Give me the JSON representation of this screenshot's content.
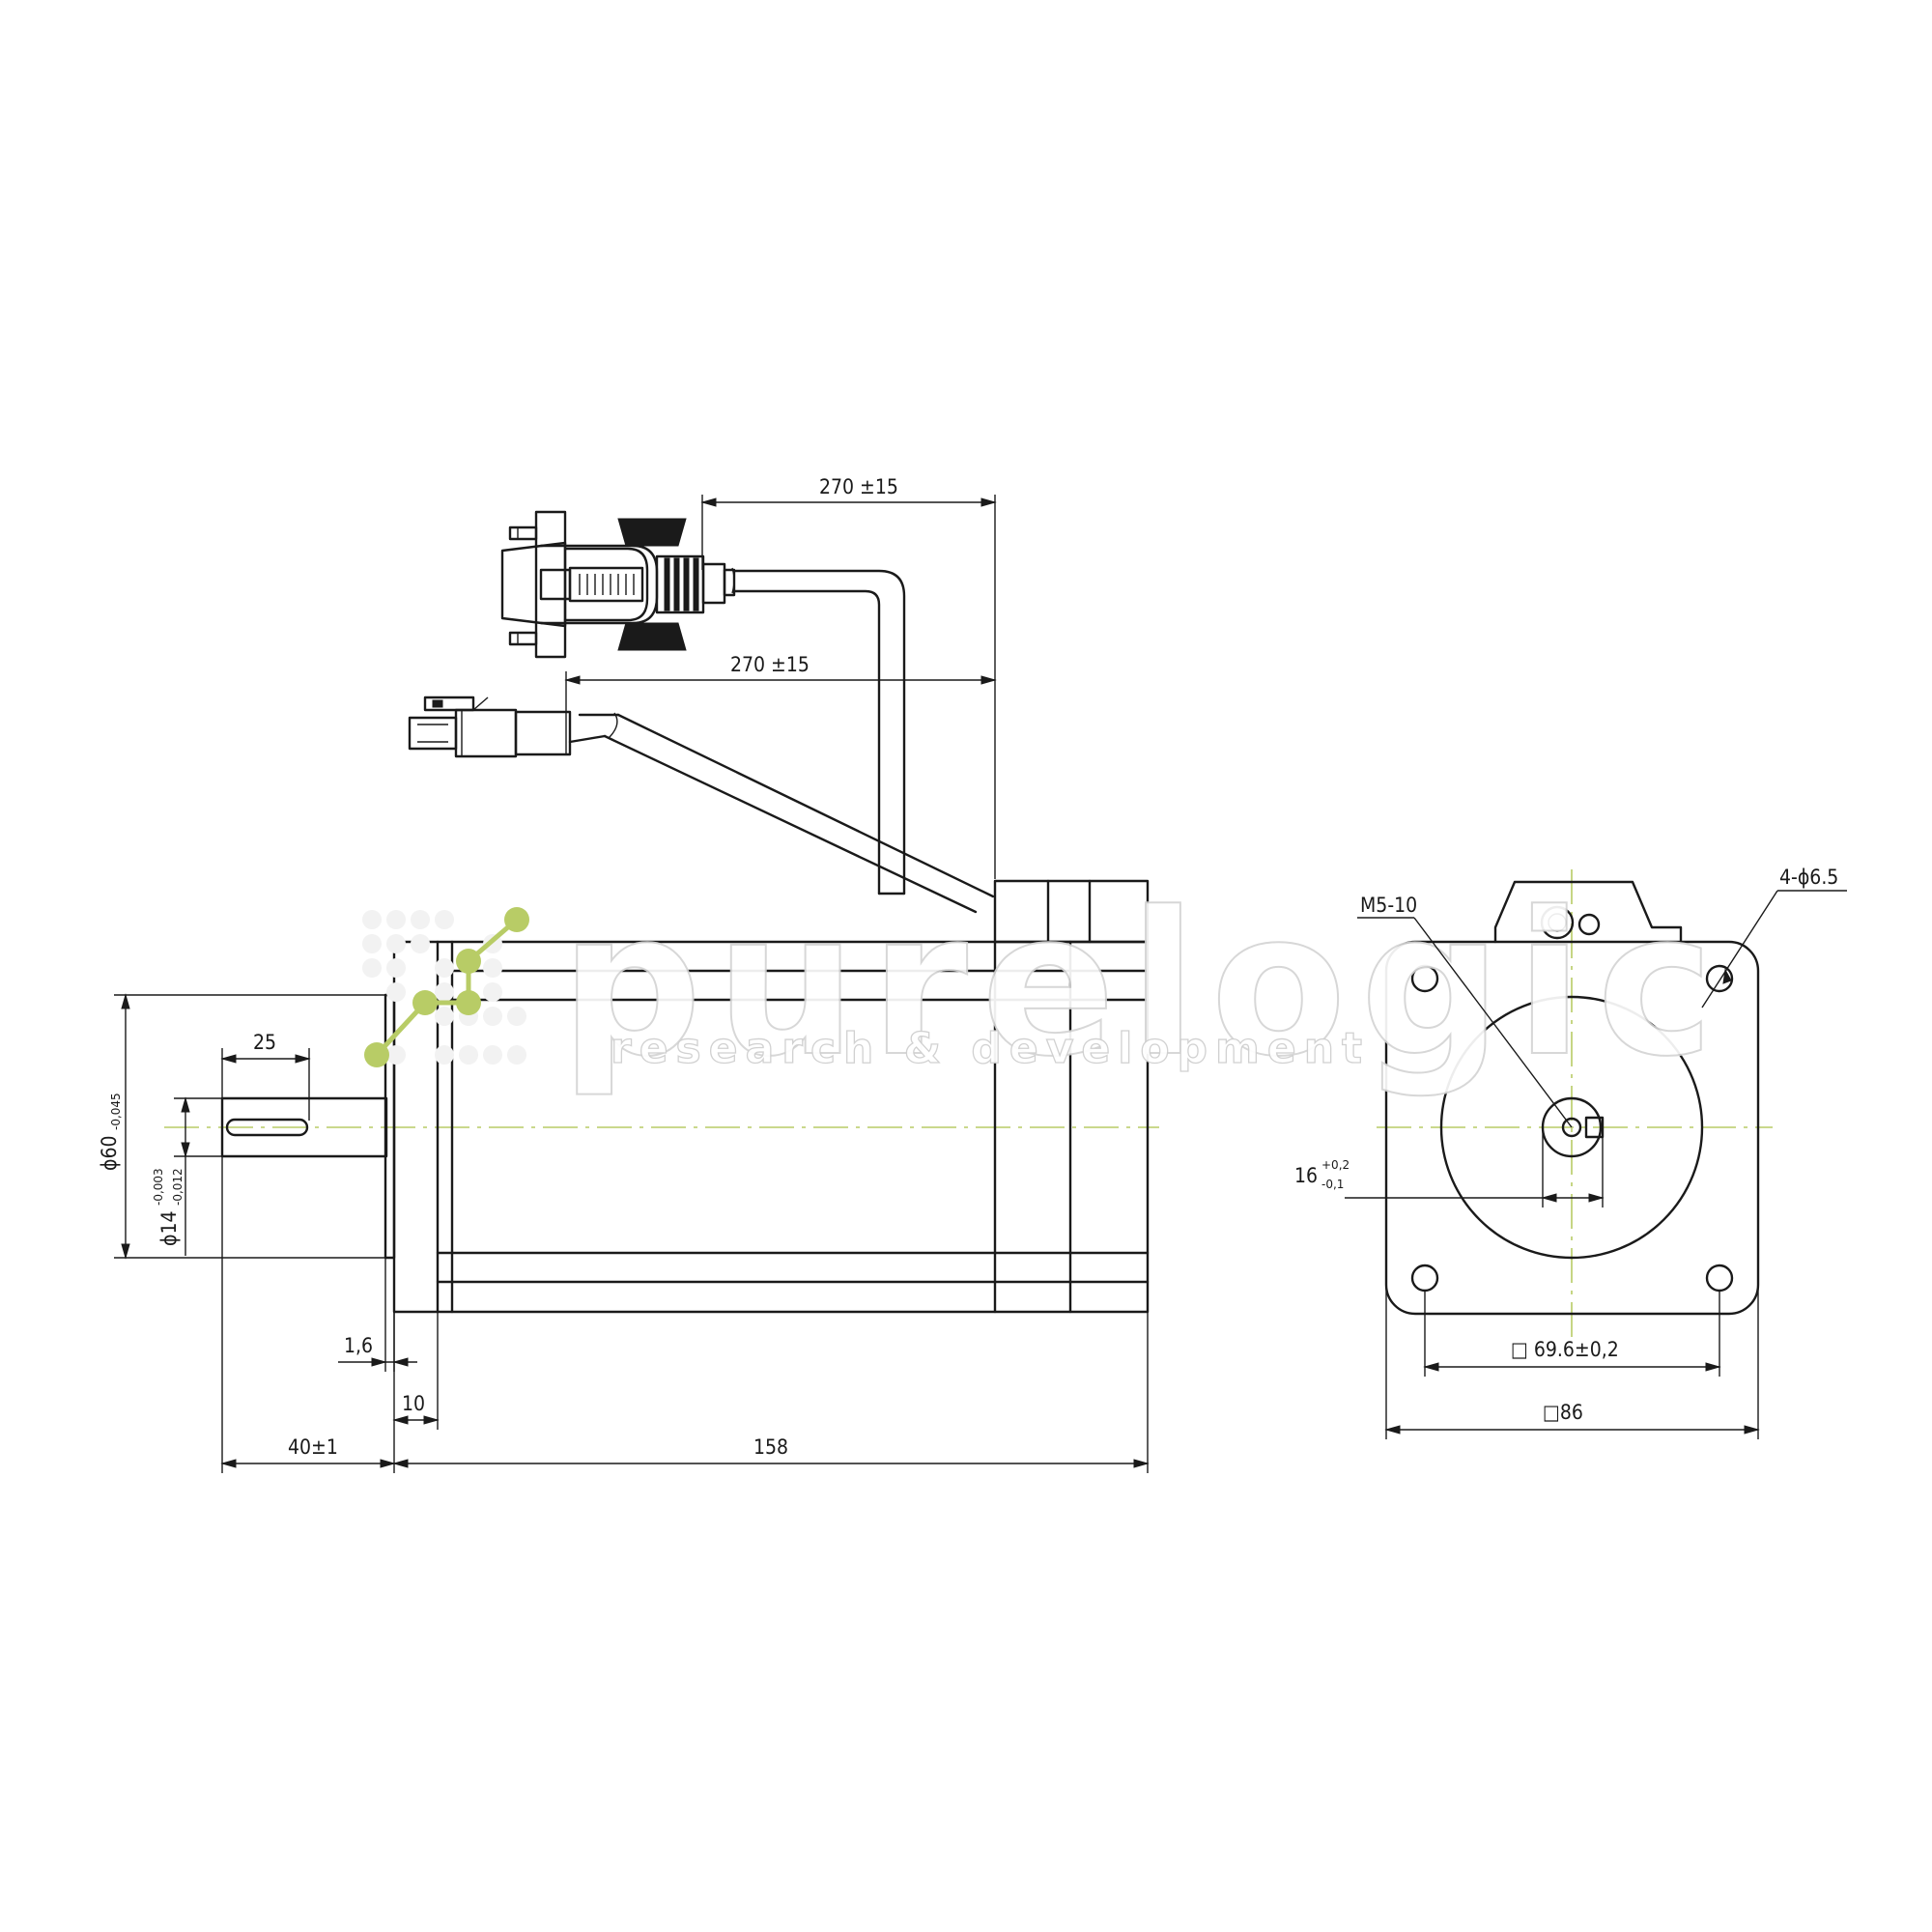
{
  "diagram": {
    "dimensions": {
      "cable_length_upper": "270 ±15",
      "cable_length_lower": "270 ±15",
      "shaft_key_length": "25",
      "pilot_diameter_main": "ϕ60",
      "pilot_diameter_tol": "-0,045",
      "shaft_diameter_main": "ϕ14",
      "shaft_diameter_tol_upper": "-0,003",
      "shaft_diameter_tol_lower": "-0,012",
      "pilot_step": "1,6",
      "flange_thickness": "10",
      "shaft_length": "40±1",
      "body_length": "158",
      "encoder_thread": "M5-10",
      "mounting_holes": "4-ϕ6.5",
      "key_height_main": "16",
      "key_height_tol_upper": "+0,2",
      "key_height_tol_lower": "-0,1",
      "hole_spacing": "□ 69.6±0,2",
      "flange_size": "□86"
    },
    "watermark": {
      "brand": "purelogic",
      "tagline": "research & development"
    }
  },
  "colors": {
    "line": "#1a1a1a",
    "centerline": "#b8cc66",
    "logo_green": "#b8cc66",
    "watermark": "#d4d4d4"
  }
}
